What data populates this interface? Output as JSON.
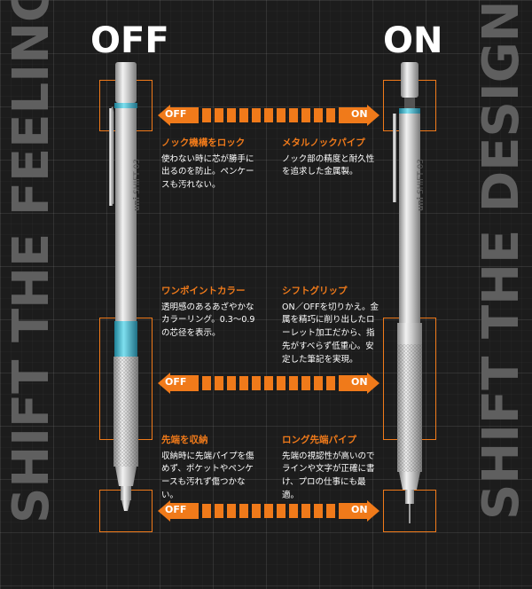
{
  "headline": {
    "off": "OFF",
    "on": "ON"
  },
  "slogans": {
    "left": "SHIFT THE FEELING.",
    "right": "SHIFT THE DESIGN."
  },
  "arrows": [
    {
      "off": "OFF",
      "on": "ON"
    },
    {
      "off": "OFF",
      "on": "ON"
    },
    {
      "off": "OFF",
      "on": "ON"
    }
  ],
  "features": [
    {
      "title": "ノック機構をロック",
      "body": "使わない時に芯が勝手に出るのを防止。ペンケースも汚れない。"
    },
    {
      "title": "メタルノックパイプ",
      "body": "ノック部の精度と耐久性を追求した金属製。"
    },
    {
      "title": "ワンポイントカラー",
      "body": "透明感のあるあざやかなカラーリング。0.3～0.9の芯径を表示。"
    },
    {
      "title": "シフトグリップ",
      "body": "ON／OFFを切りかえ。金属を精巧に削り出したローレット加工だから、指先がすべらず低重心。安定した筆記を実現。"
    },
    {
      "title": "先端を収納",
      "body": "収納時に先端パイプを傷めず、ポケットやペンケースも汚れず傷つかない。"
    },
    {
      "title": "ロング先端パイプ",
      "body": "先端の視認性が高いのでラインや文字が正確に書け、プロの仕事にも最適。"
    }
  ],
  "pen": {
    "brand": "uni",
    "model": "SHIFT 03"
  },
  "colors": {
    "accent": "#f07a1a",
    "pen_accent": "#3ab0c8",
    "slogan": "#5f5f5f",
    "background": "#1c1c1c"
  }
}
